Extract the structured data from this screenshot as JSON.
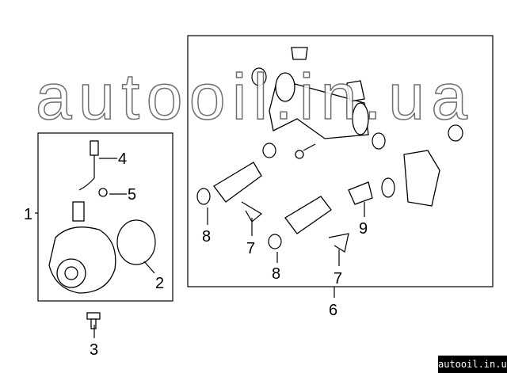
{
  "callouts": {
    "c1": "1",
    "c2": "2",
    "c3": "3",
    "c4": "4",
    "c5": "5",
    "c6": "6",
    "c7a": "7",
    "c7b": "7",
    "c8a": "8",
    "c8b": "8",
    "c9": "9"
  },
  "watermark": "autooil.in.ua",
  "site_label": "autooil.in.ua"
}
